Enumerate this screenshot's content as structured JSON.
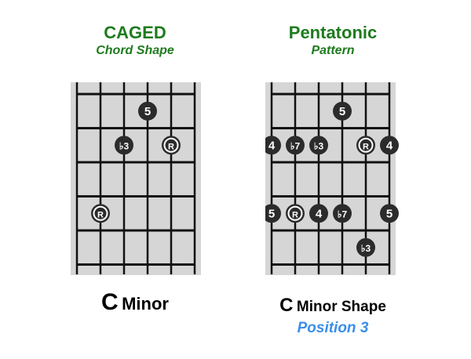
{
  "caged": {
    "title": "CAGED",
    "subtitle": "Chord Shape",
    "caption_letter": "C",
    "caption_word": "Minor",
    "notes": [
      {
        "string": 4,
        "fret": 1,
        "label": "5",
        "type": "degree"
      },
      {
        "string": 3,
        "fret": 2,
        "label": "♭3",
        "type": "flat"
      },
      {
        "string": 5,
        "fret": 2,
        "label": "R",
        "type": "root"
      },
      {
        "string": 2,
        "fret": 4,
        "label": "R",
        "type": "root"
      }
    ]
  },
  "pentatonic": {
    "title": "Pentatonic",
    "subtitle": "Pattern",
    "caption_letter": "C",
    "caption_word": "Minor Shape",
    "position_label": "Position 3",
    "notes": [
      {
        "string": 4,
        "fret": 1,
        "label": "5",
        "type": "degree"
      },
      {
        "string": 1,
        "fret": 2,
        "label": "4",
        "type": "degree"
      },
      {
        "string": 2,
        "fret": 2,
        "label": "♭7",
        "type": "flat"
      },
      {
        "string": 3,
        "fret": 2,
        "label": "♭3",
        "type": "flat"
      },
      {
        "string": 5,
        "fret": 2,
        "label": "R",
        "type": "root"
      },
      {
        "string": 6,
        "fret": 2,
        "label": "4",
        "type": "degree"
      },
      {
        "string": 1,
        "fret": 4,
        "label": "5",
        "type": "degree"
      },
      {
        "string": 2,
        "fret": 4,
        "label": "R",
        "type": "root"
      },
      {
        "string": 3,
        "fret": 4,
        "label": "4",
        "type": "degree"
      },
      {
        "string": 4,
        "fret": 4,
        "label": "♭7",
        "type": "flat"
      },
      {
        "string": 6,
        "fret": 4,
        "label": "5",
        "type": "degree"
      },
      {
        "string": 5,
        "fret": 5,
        "label": "♭3",
        "type": "flat"
      }
    ]
  },
  "fretboard": {
    "strings": 6,
    "frets": 5
  },
  "colors": {
    "title": "#1e7b1e",
    "position": "#3b8ee8",
    "board": "#d6d6d6",
    "line": "#111111",
    "dot": "#2b2b2b",
    "root_ring": "#ffffff"
  }
}
